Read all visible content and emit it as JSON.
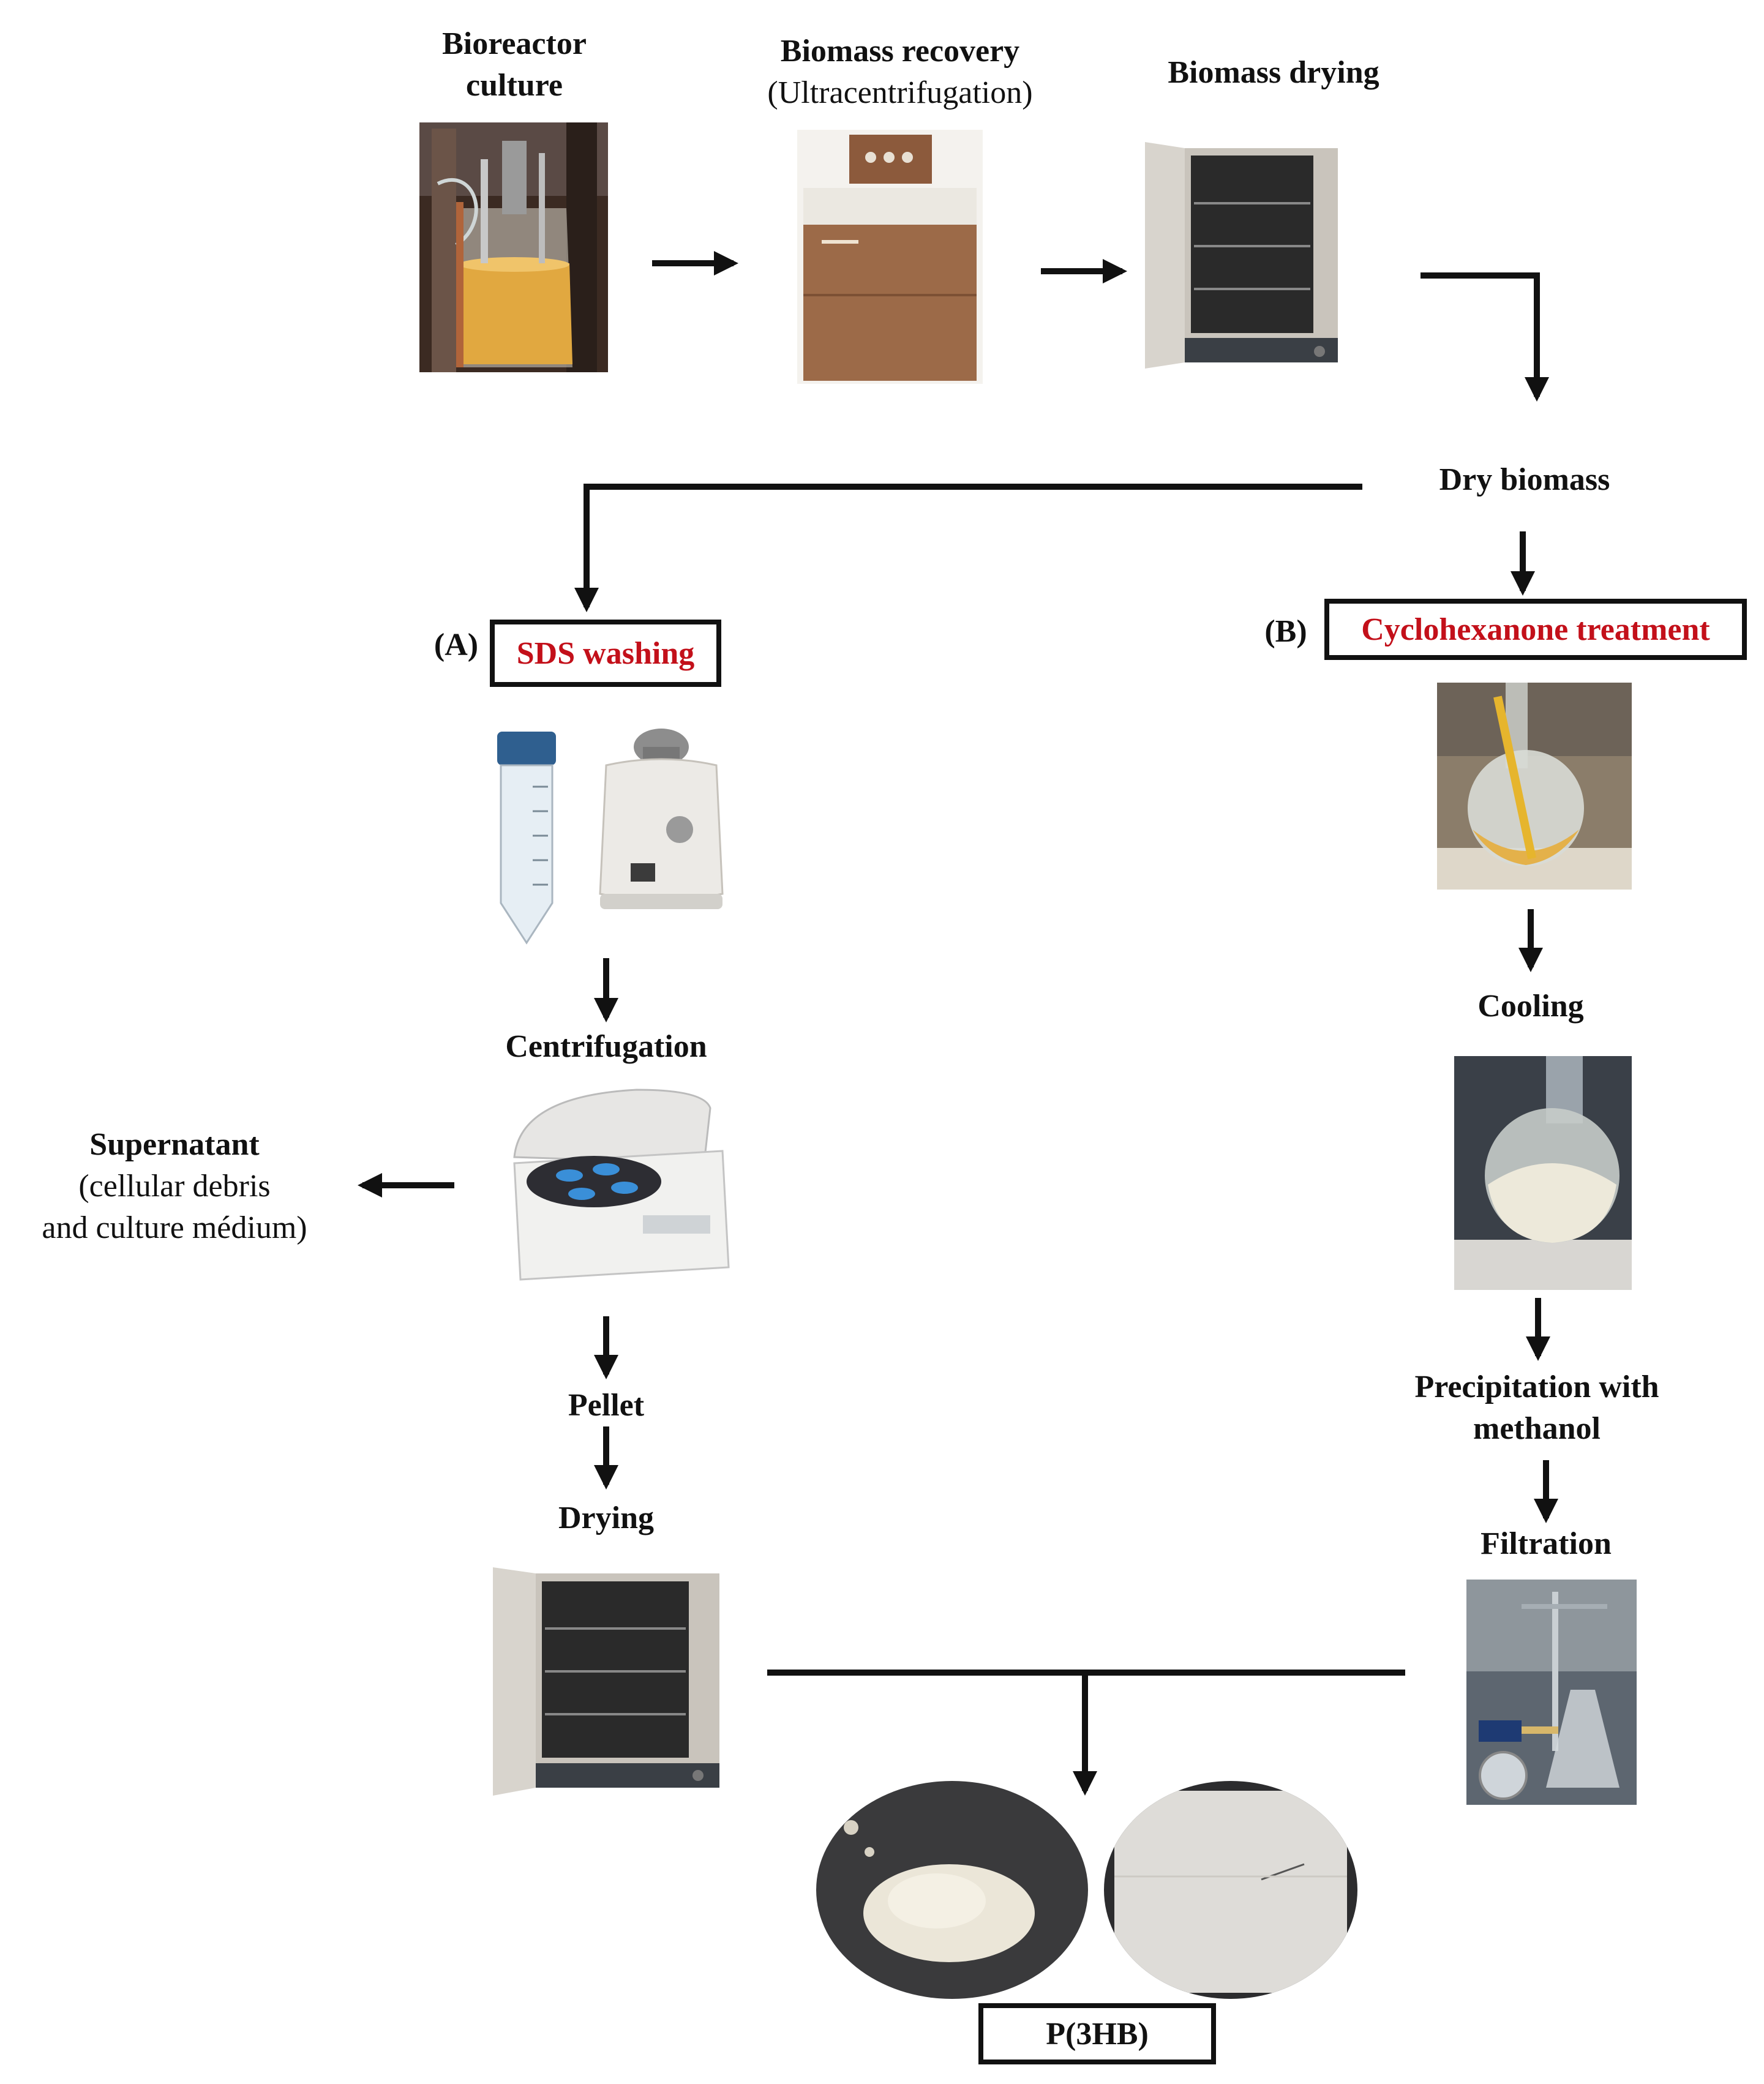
{
  "labels": {
    "bioreactor": "Bioreactor culture",
    "biomass_recovery": "Biomass recovery",
    "ultracentrifugation": "(Ultracentrifugation)",
    "biomass_drying": "Biomass drying",
    "dry_biomass": "Dry biomass",
    "branch_a_letter": "(A)",
    "branch_a_title": "SDS washing",
    "branch_b_letter": "(B)",
    "branch_b_title": "Cyclohexanone treatment",
    "centrifugation": "Centrifugation",
    "supernatant": "Supernatant",
    "supernatant_detail_1": "(cellular debris",
    "supernatant_detail_2": "and culture médium)",
    "pellet": "Pellet",
    "drying": "Drying",
    "cooling": "Cooling",
    "precipitation_1": "Precipitation with",
    "precipitation_2": "methanol",
    "filtration": "Filtration",
    "product": "P(3HB)"
  },
  "colors": {
    "highlight_text": "#c3101a",
    "line": "#111111"
  },
  "icons": [
    "bioreactor-photo",
    "ultracentrifuge-photo",
    "drying-oven-photo",
    "falcon-tube-photo",
    "vortex-mixer-photo",
    "benchtop-centrifuge-photo",
    "round-flask-yellow-photo",
    "round-flask-cooling-photo",
    "filtration-setup-photo",
    "powder-product-photo",
    "film-product-photo"
  ]
}
